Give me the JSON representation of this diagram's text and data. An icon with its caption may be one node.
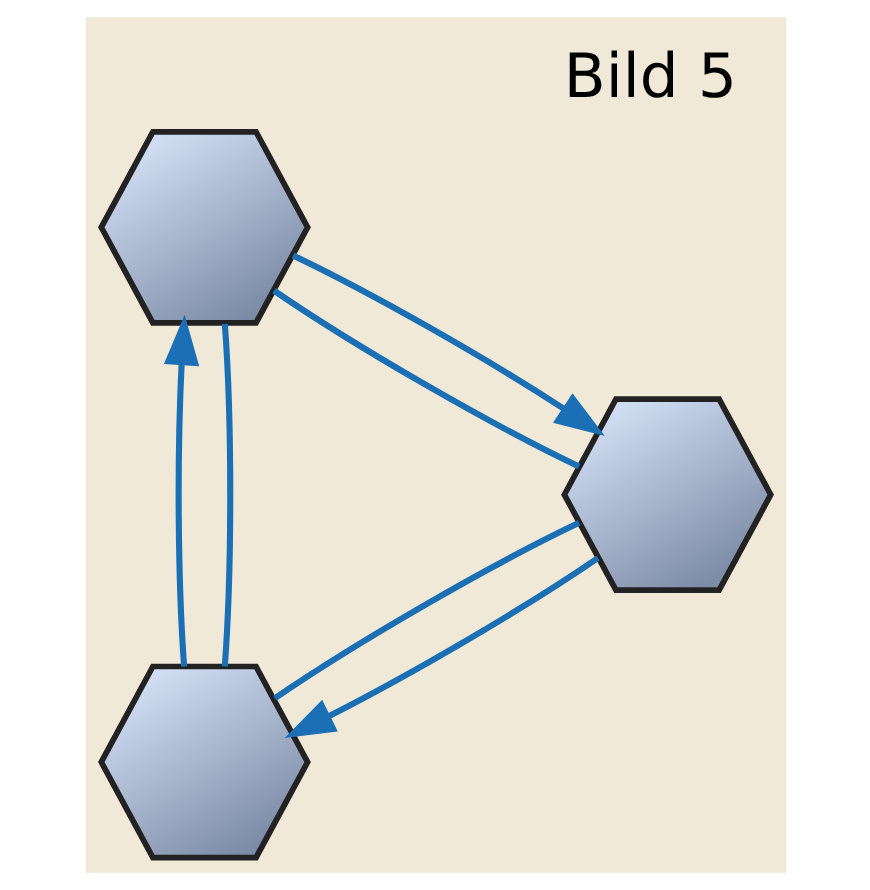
{
  "diagram": {
    "title": "Bild 5",
    "nodes": [
      {
        "text": [],
        "shape": "hexagon"
      },
      {
        "text": [],
        "shape": "hexagon"
      },
      {
        "text": [],
        "shape": "hexagon"
      }
    ],
    "edges": [
      {
        "from": 0,
        "to": 2,
        "arrow": "to"
      },
      {
        "from": 2,
        "to": 1,
        "arrow": "to"
      },
      {
        "from": 1,
        "to": 0,
        "arrow": "to"
      },
      {
        "from": 0,
        "to": 2,
        "arrow": "none"
      },
      {
        "from": 2,
        "to": 1,
        "arrow": "none"
      },
      {
        "from": 1,
        "to": 0,
        "arrow": "none"
      }
    ]
  }
}
